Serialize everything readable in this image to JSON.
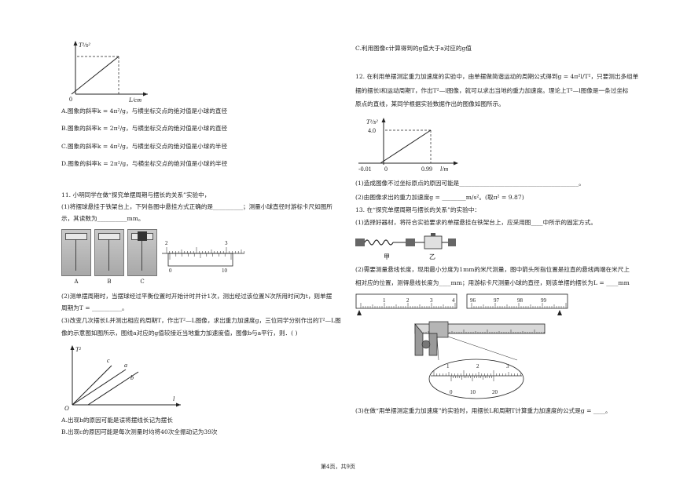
{
  "left": {
    "graph1": {
      "ylabel": "T²/s²",
      "xlabel": "L/cm",
      "origin": "0"
    },
    "options10": [
      "A.图象的斜率k = 4π²/g，与横坐标交点的绝对值是小球的直径",
      "B.图象的斜率k = 2π²/g，与横坐标交点的绝对值是小球的直径",
      "C.图象的斜率k = 4π²/g，与横坐标交点的绝对值是小球的半径",
      "D.图象的斜率k = 2π²/g，与横坐标交点的绝对值是小球的半径"
    ],
    "q11": {
      "stem": "11. 小明同学在做“探究单摆周期与摆长的关系”实验中，",
      "p1a": "(1)将摆球悬挂于铁架台上，下列各图中悬挂方式正确的是__________；测量小球直径时游标卡尺如图所",
      "p1b": "示，其读数为__________mm。",
      "photo_labels": [
        "A",
        "B",
        "C"
      ],
      "caliper_main": [
        "2",
        "3"
      ],
      "caliper_vernier": [
        "0",
        "10"
      ],
      "p2a": "(2)测单摆周期时，当摆球经过平衡位置时开始计时并计1次，测出经过该位置N次所用时间为t，则单摆",
      "p2b": "周期为T = __________。",
      "p3a": "(3)改变几次摆长L并测出相应的周期T，作出T²—L图像，求出重力加速度g，三位同学分别作出的T²—L图",
      "p3b": "像的示意图如图所示，图线a对应的g值较接近当地重力加速度值，图像b与a平行，则．(    )",
      "graph2": {
        "ylabel": "T²",
        "xlabel": "l",
        "origin": "O",
        "lines": [
          "c",
          "a",
          "b"
        ]
      },
      "optA": "A.出现b的原因可能是误将摆线长记为摆长",
      "optB": "B.出现c的原因可能是每次测量时均将40次全振动记为39次"
    }
  },
  "right": {
    "optC": "C.利用图像c计算得到的g值大于a对应的g值",
    "q12": {
      "l1": "12. 在利用单摆测定重力加速度的实验中，由单摆做简谐运动的周期公式得到g = 4π²l/T²，只要测出多组单",
      "l2": "摆的摆长l和运动周期T，作出T²—l图像，就可以求出当地的重力加速度。理论上T²—l图像是一条过坐标",
      "l3": "原点的直线，某同学根据实验数据作出的图像如图所示。",
      "graph": {
        "ylabel": "T²/s²",
        "xlabel": "l/m",
        "y_value": "4.0",
        "x_neg": "-0.01",
        "origin": "0",
        "x_value": "0.99"
      },
      "s1": "(1)造成图像不过坐标原点的原因可能是________________________________________。",
      "s2": "(2)由图像求出的重力加速度g = ________m/s²。(取π² = 9.87)"
    },
    "q13": {
      "stem": "13. 在“探究单摆周期与摆长的关系”的实验中：",
      "s1": "(1)选择好器材，将符合实验要求的单摆悬挂在铁架台上，应采用图____中所示的固定方式。",
      "labels": [
        "甲",
        "乙"
      ],
      "s2a": "(2)需要测量悬线长度，现用最小分度为1mm的米尺测量，图中箭头所指位置是拉直的悬线两端在米尺上",
      "s2b": "相对应的位置，测得悬线长度为____mm；用游标卡尺测量小球的直径，则该单摆的摆长为L = ____mm",
      "ruler_left": [
        "1",
        "2",
        "3",
        "4"
      ],
      "ruler_right": [
        "96",
        "97",
        "98",
        "99"
      ],
      "caliper_main": [
        "1",
        "2",
        "3"
      ],
      "caliper_vernier": [
        "0",
        "10",
        "20"
      ],
      "s3": "(3)在做“用单摆测定重力加速度”的实验时，用摆长L和周期T计算重力加速度的公式是g = ____。"
    }
  },
  "footer": "第4页，共9页"
}
